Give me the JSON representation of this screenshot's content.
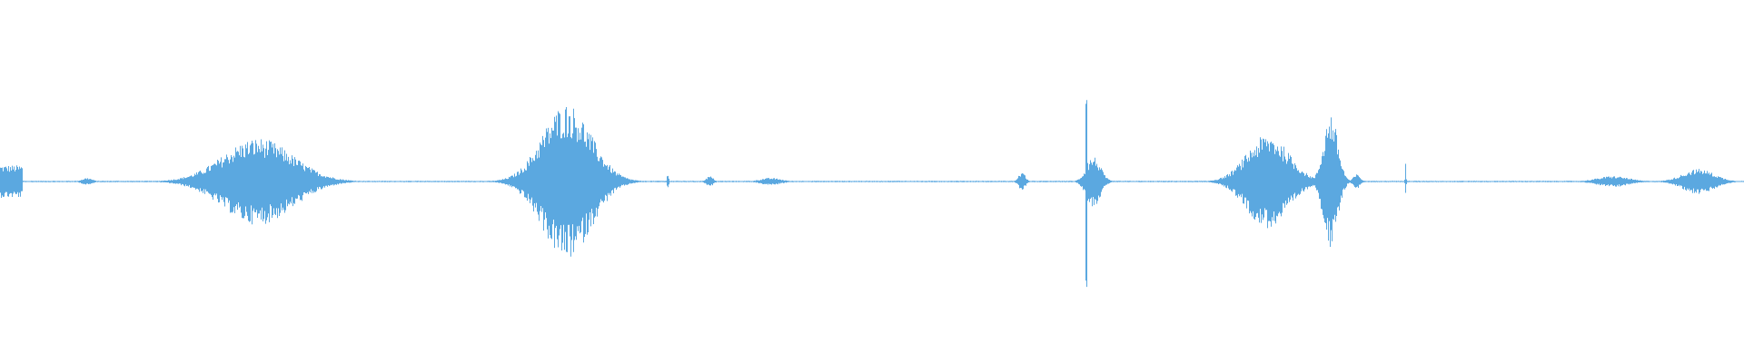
{
  "chart_data": {
    "type": "area",
    "title": "",
    "xlabel": "",
    "ylabel": "",
    "xlim": [
      0,
      1
    ],
    "ylim": [
      -1,
      1
    ],
    "grid": false,
    "legend": "none",
    "color": "#5ba8e0",
    "baseline_amplitude": 0.004,
    "envelopes": [
      {
        "center": 0.006,
        "width": 0.007,
        "amplitude": 0.09,
        "shape": "block"
      },
      {
        "center": 0.05,
        "width": 0.003,
        "amplitude": 0.02,
        "shape": "burst"
      },
      {
        "center": 0.148,
        "width": 0.02,
        "amplitude": 0.24,
        "shape": "burst"
      },
      {
        "center": 0.325,
        "width": 0.014,
        "amplitude": 0.43,
        "shape": "burst"
      },
      {
        "center": 0.383,
        "width": 0.001,
        "amplitude": 0.06,
        "shape": "spike"
      },
      {
        "center": 0.407,
        "width": 0.002,
        "amplitude": 0.03,
        "shape": "burst"
      },
      {
        "center": 0.442,
        "width": 0.006,
        "amplitude": 0.02,
        "shape": "burst"
      },
      {
        "center": 0.586,
        "width": 0.002,
        "amplitude": 0.05,
        "shape": "burst"
      },
      {
        "center": 0.623,
        "width": 0.0008,
        "amplitude": 0.96,
        "shape": "spike"
      },
      {
        "center": 0.627,
        "width": 0.004,
        "amplitude": 0.14,
        "shape": "burst"
      },
      {
        "center": 0.727,
        "width": 0.012,
        "amplitude": 0.26,
        "shape": "burst"
      },
      {
        "center": 0.763,
        "width": 0.004,
        "amplitude": 0.38,
        "shape": "burst"
      },
      {
        "center": 0.778,
        "width": 0.002,
        "amplitude": 0.04,
        "shape": "burst"
      },
      {
        "center": 0.806,
        "width": 0.0006,
        "amplitude": 0.1,
        "shape": "spike"
      },
      {
        "center": 0.925,
        "width": 0.009,
        "amplitude": 0.03,
        "shape": "burst"
      },
      {
        "center": 0.974,
        "width": 0.009,
        "amplitude": 0.07,
        "shape": "burst"
      }
    ]
  }
}
